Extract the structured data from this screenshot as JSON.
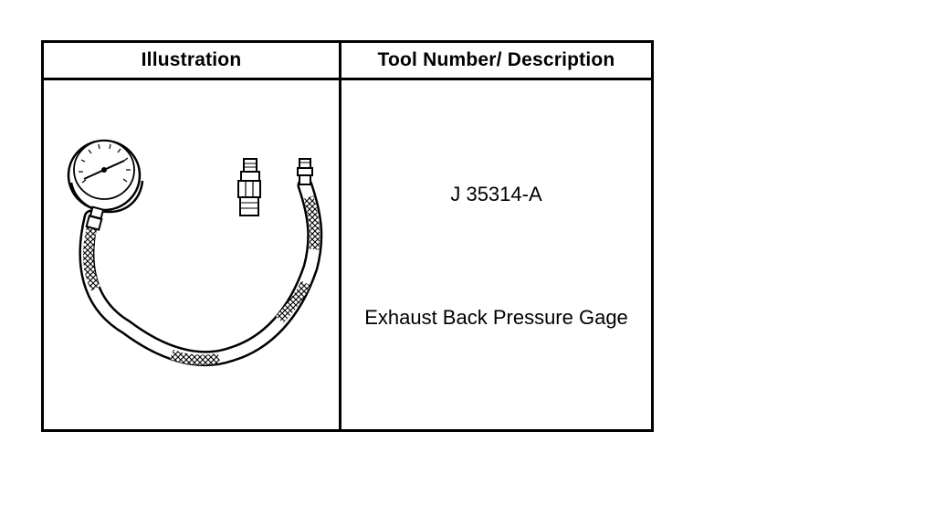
{
  "table": {
    "header_illustration": "Illustration",
    "header_tool": "Tool Number/ Description"
  },
  "tool": {
    "number": "J 35314-A",
    "description": "Exhaust Back Pressure Gage",
    "illustration_icon": "pressure-gauge-with-hose-and-adapter-icon"
  }
}
